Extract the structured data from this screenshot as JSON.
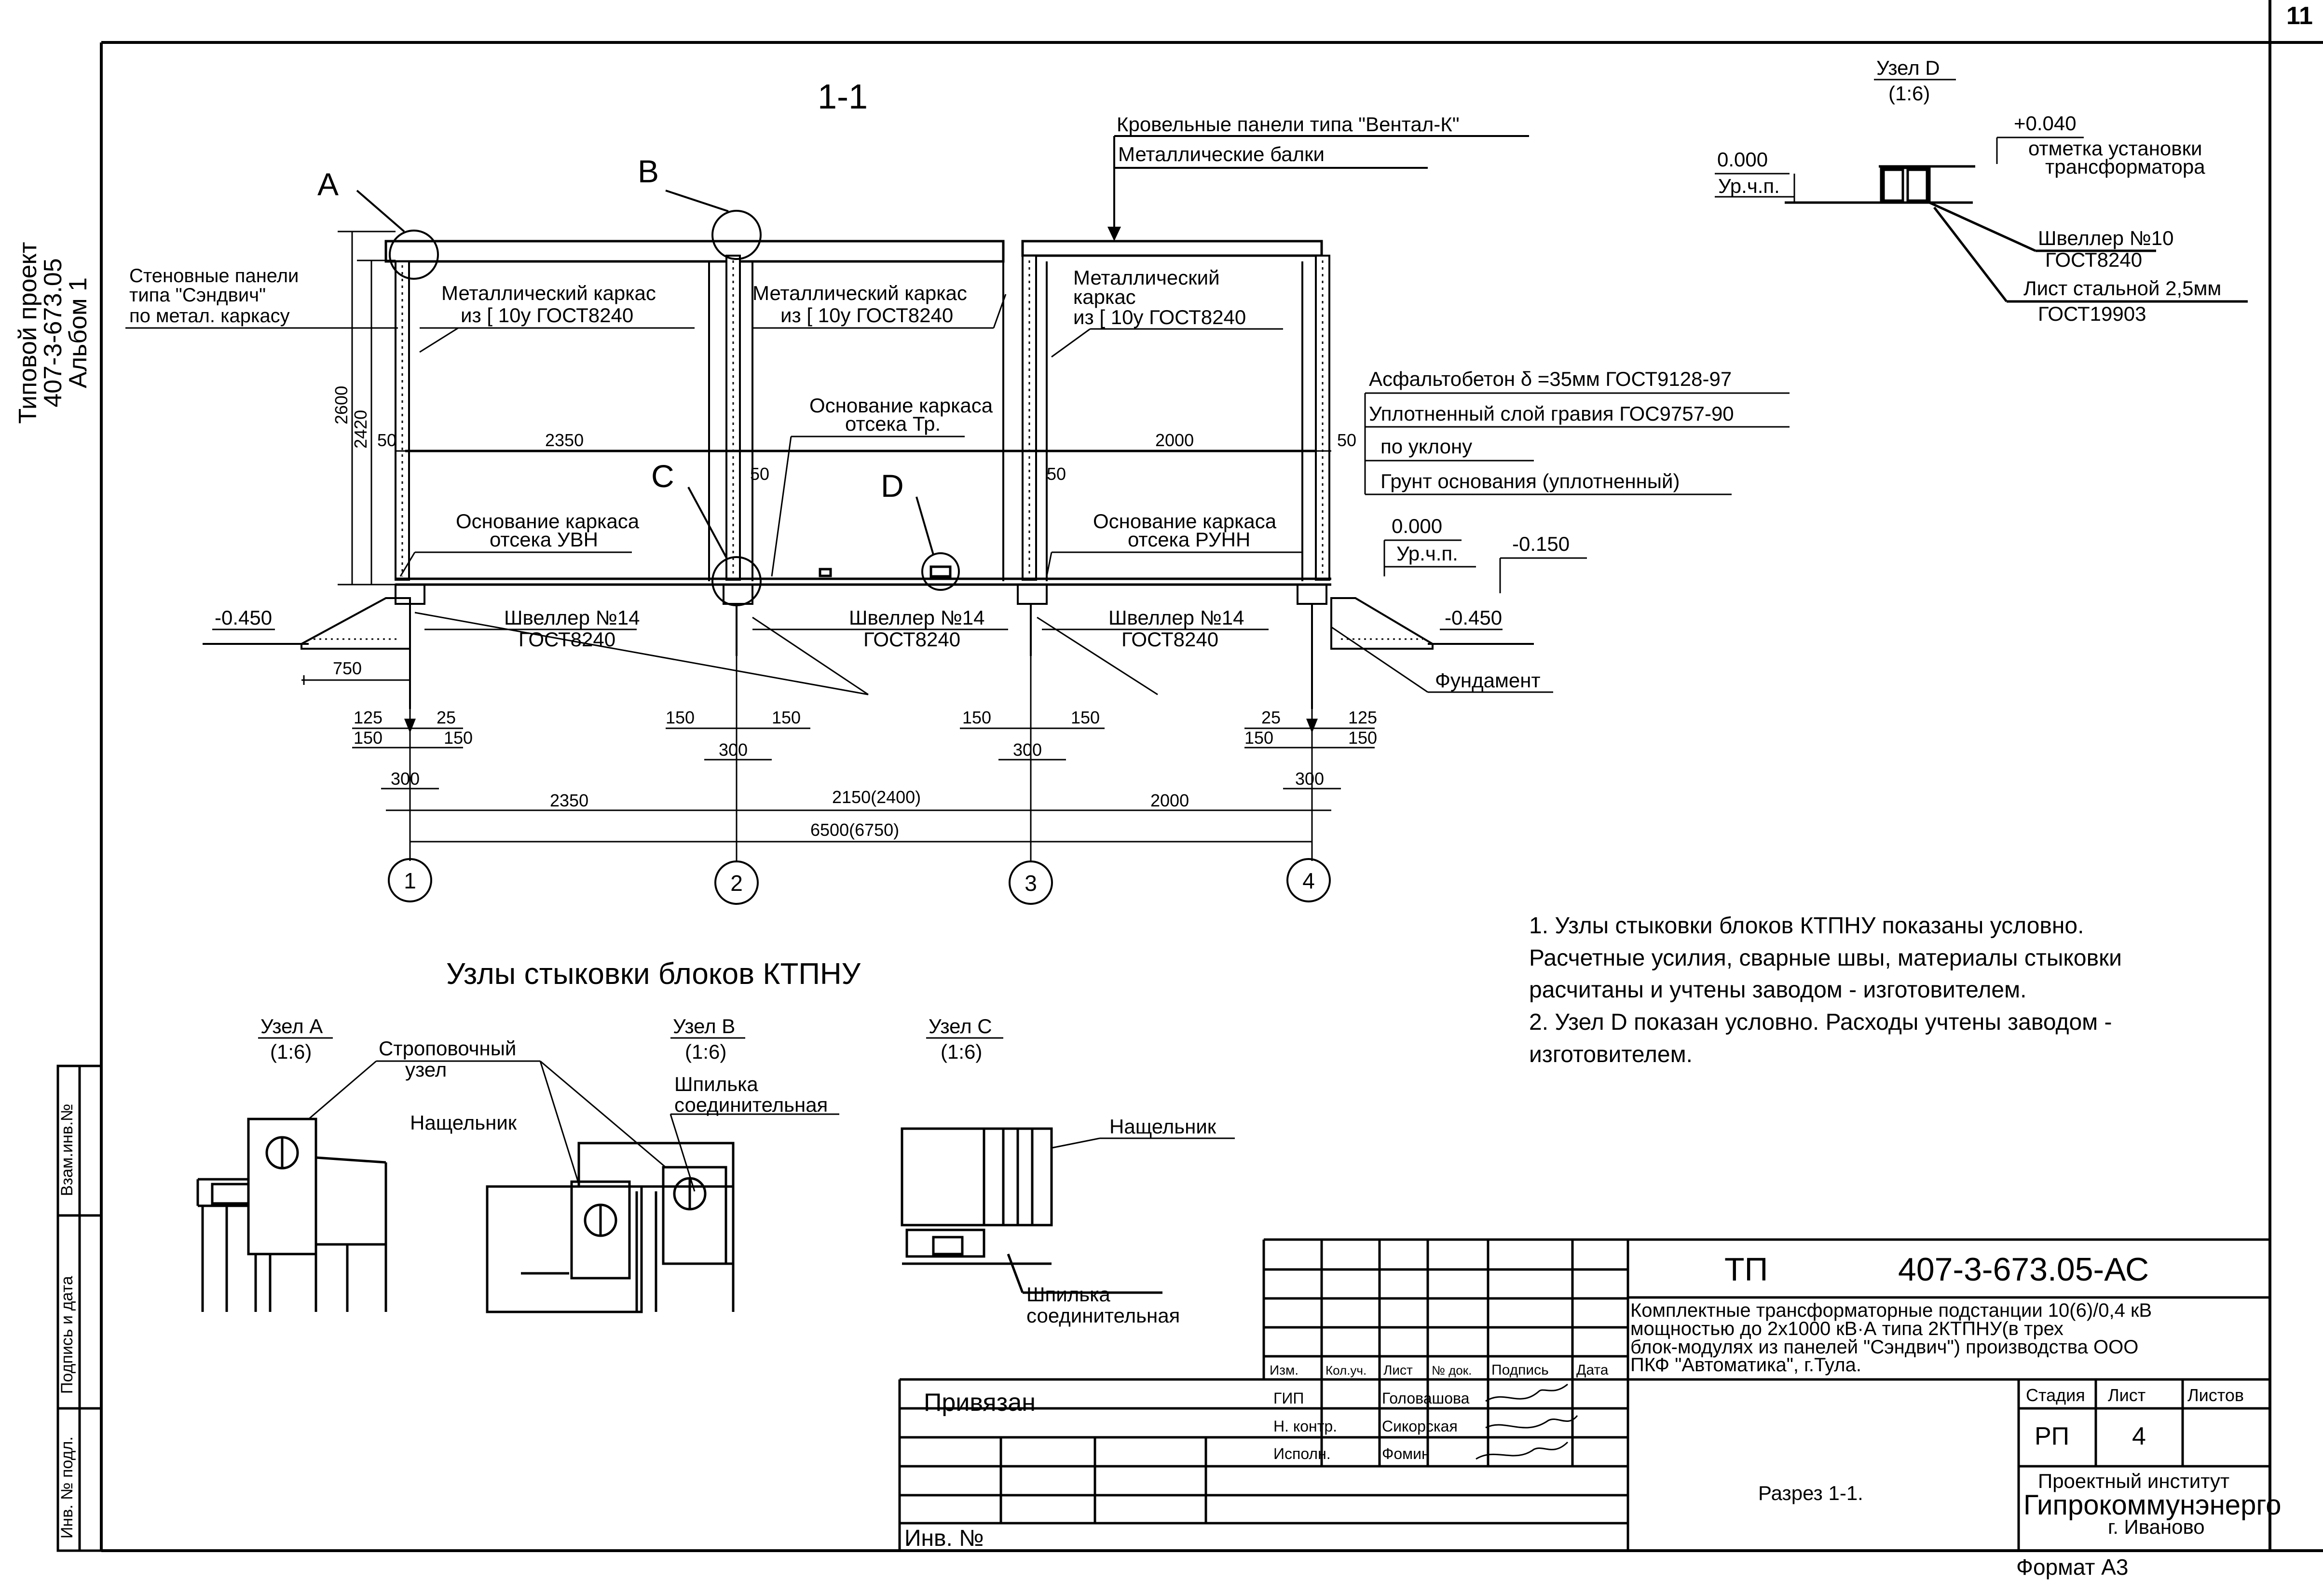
{
  "sheet": {
    "sheet_number": "11",
    "side_project": {
      "line1": "Типовой проект",
      "line2": "407-3-673.05",
      "line3": "Альбом 1"
    },
    "side_stamp": {
      "inv_zam": "Взам.инв.№",
      "sign_date": "Подпись и дата",
      "inv_orig": "Инв. № подл."
    }
  },
  "section": {
    "title": "1-1",
    "roof_label": "Кровельные панели типа \"Вентал-К\"",
    "beams_label": "Металлические балки",
    "wall_l1": "Стеновные панели",
    "wall_l2": "типа \"Сэндвич\"",
    "wall_l3": "по метал. каркасу",
    "frame1_l1": "Металлический каркас",
    "frame1_l2": "из [ 10у ГОСТ8240",
    "frame2_l1": "Металлический каркас",
    "frame2_l2": "из [ 10у ГОСТ8240",
    "frame3_l1": "Металлический",
    "frame3_l2": "каркас",
    "frame3_l3": "из [ 10у ГОСТ8240",
    "base_tr_l1": "Основание каркаса",
    "base_tr_l2": "отсека Тр.",
    "base_uvn_l1": "Основание каркаса",
    "base_uvn_l2": "отсека УВН",
    "base_runn_l1": "Основание каркаса",
    "base_runn_l2": "отсека РУНН",
    "channel": "Швеллер №14",
    "gost": "ГОСТ8240",
    "asphalt": "Асфальтобетон δ =35мм ГОСТ9128-97",
    "gravel": "Уплотненный слой гравия ГОС9757-90",
    "slope": "по уклону",
    "soil": "Грунт основания (уплотненный)",
    "foundation": "Фундамент",
    "zero": "0.000",
    "floor_level": "Ур.ч.п.",
    "minus150": "-0.150",
    "minus450": "-0.450",
    "node_a": "A",
    "node_b": "B",
    "node_c": "C",
    "node_d": "D",
    "dim_2600": "2600",
    "dim_2420": "2420",
    "dim_2350": "2350",
    "dim_2000": "2000",
    "dim_50": "50",
    "dim_750": "750",
    "dim_125": "125",
    "dim_150": "150",
    "dim_25": "25",
    "dim_300": "300",
    "dim_2150": "2150(2400)",
    "dim_6500": "6500(6750)",
    "axis_1": "1",
    "axis_2": "2",
    "axis_3": "3",
    "axis_4": "4"
  },
  "node_d": {
    "title": "Узел D",
    "scale": "(1:6)",
    "zero": "0.000",
    "floor_level": "Ур.ч.п.",
    "plus040": "+0.040",
    "mark_l1": "отметка установки",
    "mark_l2": "трансформатора",
    "channel10": "Швеллер №10",
    "gost8240": "ГОСТ8240",
    "sheet_steel": "Лист стальной 2,5мм",
    "gost19903": "ГОСТ19903"
  },
  "joints": {
    "title": "Узлы стыковки блоков КТПНУ",
    "a_title": "Узел А",
    "a_scale": "(1:6)",
    "lifting_l1": "Строповочный",
    "lifting_l2": "узел",
    "cover": "Нащельник",
    "b_title": "Узел В",
    "b_scale": "(1:6)",
    "stud_l1": "Шпилька",
    "stud_l2": "соединительная",
    "c_title": "Узел С",
    "c_scale": "(1:6)",
    "c_cover": "Нащельник",
    "c_stud_l1": "Шпилька",
    "c_stud_l2": "соединительная"
  },
  "notes": {
    "line1": "1. Узлы стыковки блоков КТПНУ показаны условно.",
    "line2": "Расчетные усилия, сварные швы, материалы стыковки",
    "line3": "расчитаны и учтены заводом - изготовителем.",
    "line4": "2. Узел D показан условно. Расходы учтены заводом -",
    "line5": "изготовителем."
  },
  "title_block": {
    "code_prefix": "ТП",
    "code": "407-3-673.05-АС",
    "desc1": "Комплектные трансформаторные подстанции 10(6)/0,4 кВ",
    "desc2": "мощностью до 2х1000 кВ·А типа 2КТПНУ(в трех",
    "desc3": "блок-модулях из панелей \"Сэндвич\") производства ООО",
    "desc4": "ПКФ \"Автоматика\", г.Тула.",
    "h_izm": "Изм.",
    "h_kol": "Кол.уч.",
    "h_list": "Лист",
    "h_ndok": "№ док.",
    "h_sign": "Подпись",
    "h_date": "Дата",
    "role_gip": "ГИП",
    "role_nk": "Н. контр.",
    "role_isp": "Исполн.",
    "name_gip": "Головашова",
    "name_nk": "Сикорская",
    "name_isp": "Фомин",
    "linked": "Привязан",
    "inv_no": "Инв. №",
    "stage_h": "Стадия",
    "list_h": "Лист",
    "lists_h": "Листов",
    "stage": "РП",
    "list": "4",
    "sheet_title": "Разрез 1-1.",
    "org1": "Проектный институт",
    "org2": "Гипрокоммунэнерго",
    "org3": "г. Иваново",
    "format": "Формат А3"
  }
}
